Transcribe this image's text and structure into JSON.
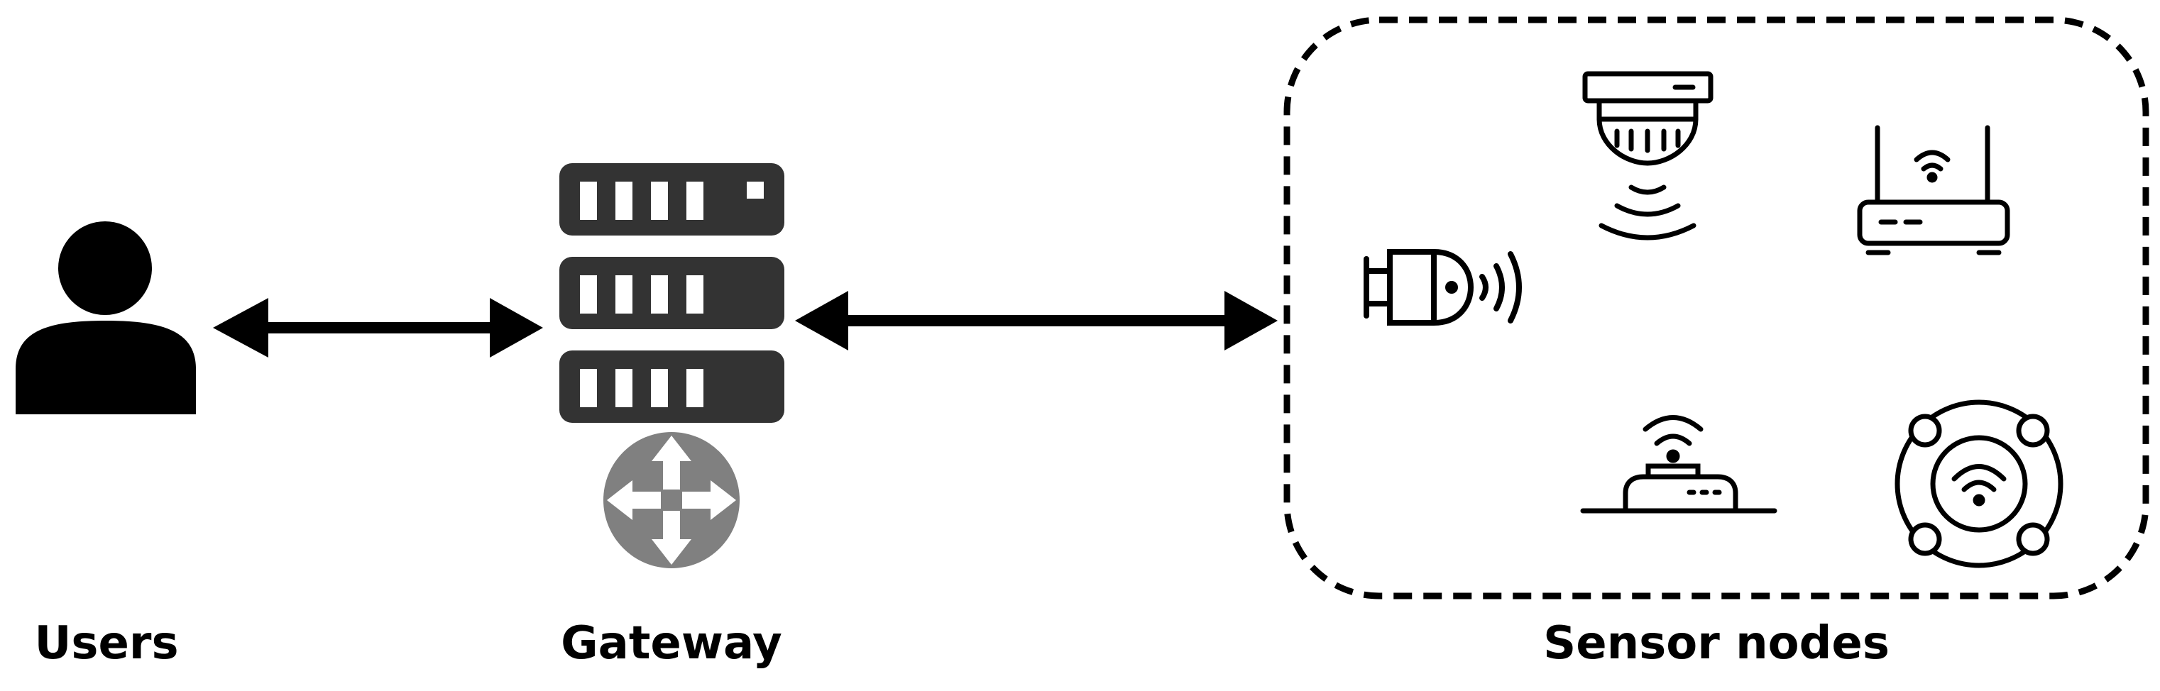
{
  "labels": {
    "users": "Users",
    "gateway": "Gateway",
    "sensor_nodes": "Sensor nodes"
  },
  "icons": {
    "user": "user-icon",
    "server": "server-icon",
    "router": "router-icon",
    "smoke_detector": "smoke-detector-icon",
    "wifi_router": "wifi-router-icon",
    "smart_bulb": "smart-bulb-icon",
    "hub": "hub-icon",
    "smart_speaker": "smart-speaker-icon"
  },
  "colors": {
    "foreground": "#000000",
    "server": "#333333",
    "router": "#808080"
  }
}
